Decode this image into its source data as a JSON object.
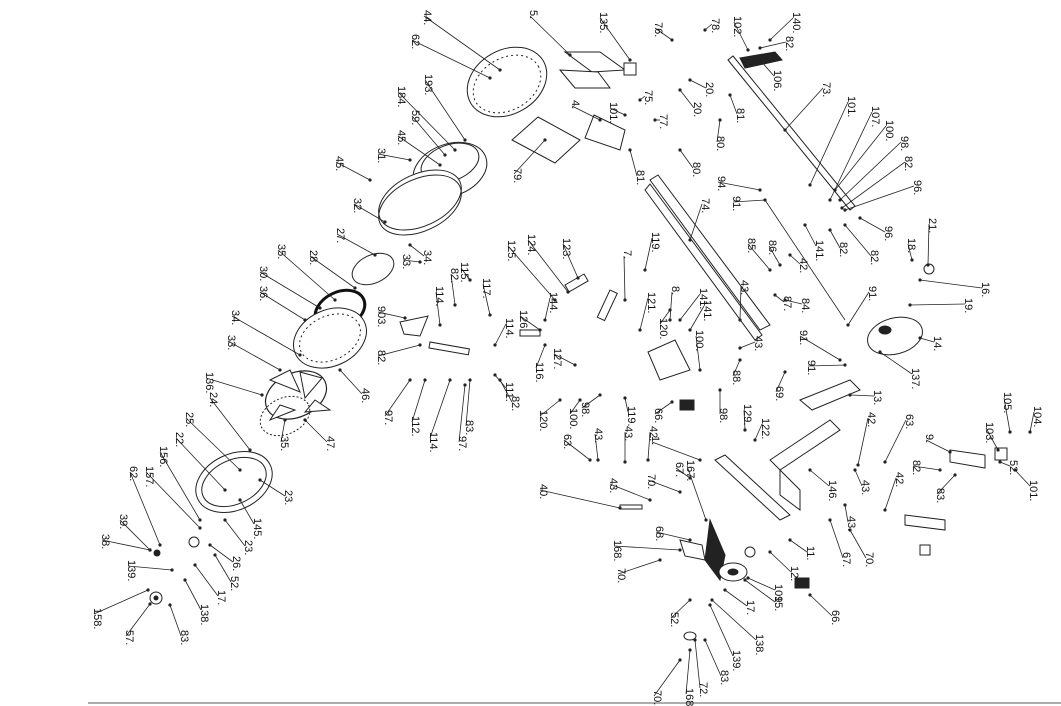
{
  "diagram": {
    "labels": [
      "44",
      "62",
      "193",
      "184",
      "59",
      "45",
      "31",
      "45",
      "32",
      "27",
      "28",
      "33",
      "34",
      "35",
      "30",
      "36",
      "34",
      "33",
      "46",
      "136",
      "24",
      "25",
      "22",
      "156",
      "157",
      "62",
      "35",
      "47",
      "23",
      "145",
      "39",
      "38",
      "139",
      "23",
      "26",
      "52",
      "17",
      "138",
      "158",
      "57",
      "83",
      "5",
      "135",
      "76",
      "78",
      "102",
      "140",
      "82",
      "106",
      "73",
      "101",
      "107",
      "100",
      "98",
      "82",
      "96",
      "4",
      "101",
      "75",
      "77",
      "20",
      "20",
      "81",
      "80",
      "79",
      "81",
      "80",
      "94",
      "91",
      "74",
      "141",
      "82",
      "82",
      "96",
      "21",
      "18",
      "19",
      "16",
      "85",
      "86",
      "42",
      "87",
      "84",
      "91",
      "14",
      "137",
      "91",
      "91",
      "69",
      "13",
      "125",
      "124",
      "123",
      "7",
      "119",
      "144",
      "126",
      "8",
      "121",
      "120",
      "141",
      "141",
      "43",
      "115",
      "82",
      "117",
      "114",
      "114",
      "903",
      "82",
      "97",
      "112",
      "114",
      "97",
      "83",
      "82",
      "111",
      "116",
      "127",
      "120",
      "100",
      "98",
      "119",
      "66",
      "100",
      "88",
      "43",
      "98",
      "129",
      "122",
      "63",
      "43",
      "43",
      "42",
      "1",
      "40",
      "43",
      "70",
      "67",
      "146",
      "42",
      "43",
      "63",
      "42",
      "43",
      "67",
      "70",
      "9",
      "82",
      "103",
      "105",
      "104",
      "52",
      "101",
      "83",
      "168",
      "70",
      "68",
      "167",
      "52",
      "11",
      "12",
      "15",
      "17",
      "109",
      "66",
      "138",
      "139",
      "72",
      "83",
      "168",
      "70"
    ]
  }
}
